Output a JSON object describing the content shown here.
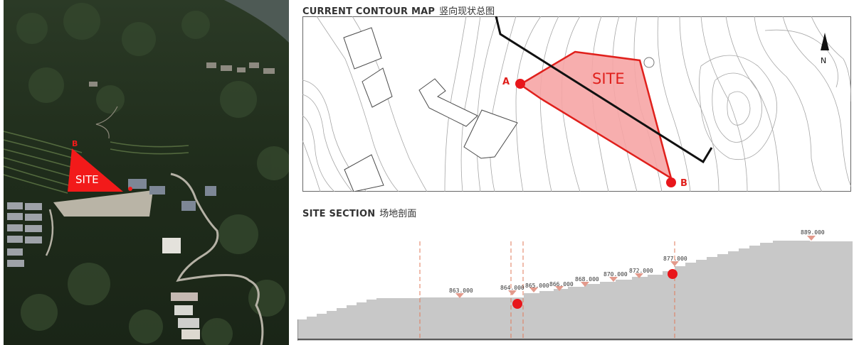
{
  "photo": {
    "site_label": "SITE",
    "point_b": "B"
  },
  "contour_map": {
    "title_en": "CURRENT CONTOUR MAP",
    "title_cn": "竖向现状总图",
    "site_label": "SITE",
    "point_a": "A",
    "point_b": "B",
    "north": "N",
    "site_fill": "#f6a5a5",
    "site_stroke": "#e0201c"
  },
  "site_section": {
    "title_en": "SITE SECTION",
    "title_cn": "场地剖面",
    "elevations": [
      "863.000",
      "864.000",
      "865.000",
      "866.000",
      "868.000",
      "870.000",
      "872.000",
      "877.000",
      "889.000"
    ],
    "ground_fill": "#c8c8c8",
    "marker_color": "#e8161b"
  }
}
